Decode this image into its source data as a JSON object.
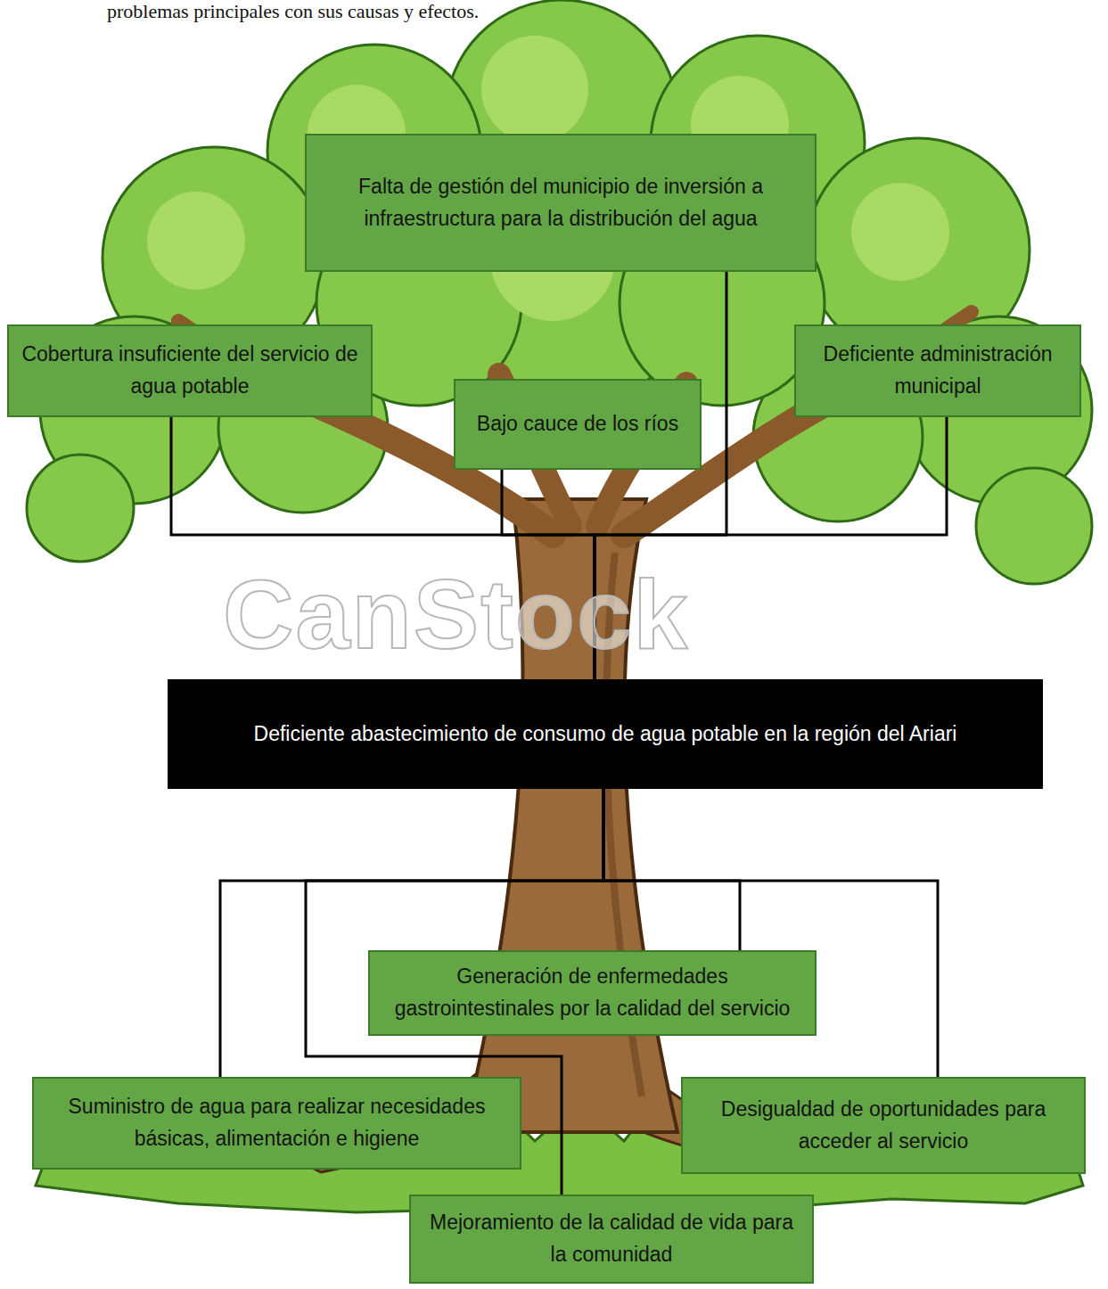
{
  "diagram": {
    "nodes": [
      {
        "text": [
          "Falta de gestión del municipio de inversión a infraestructura para la distribución del agua"
        ]
      },
      {
        "text": [
          "Cobertura insuficiente del servicio de agua potable"
        ]
      },
      {
        "text": [
          "Bajo cauce de los ríos"
        ]
      },
      {
        "text": [
          "Deficiente administración municipal"
        ]
      },
      {
        "text": [
          "Deficiente abastecimiento de consumo de agua potable en la región del Ariari"
        ]
      },
      {
        "text": [
          "Generación de enfermedades gastrointestinales por la calidad del servicio"
        ]
      },
      {
        "text": [
          "Suministro de agua para realizar necesidades básicas, alimentación e higiene"
        ]
      },
      {
        "text": [
          "Desigualdad de oportunidades para acceder al servicio"
        ]
      },
      {
        "text": [
          "Mejoramiento de la calidad de vida para la comunidad"
        ]
      }
    ],
    "edges": [
      {
        "from": 0,
        "to": 4,
        "arrow": "none"
      },
      {
        "from": 1,
        "to": 4,
        "arrow": "none"
      },
      {
        "from": 2,
        "to": 4,
        "arrow": "none"
      },
      {
        "from": 3,
        "to": 4,
        "arrow": "none"
      },
      {
        "from": 4,
        "to": 5,
        "arrow": "none"
      },
      {
        "from": 4,
        "to": 6,
        "arrow": "none"
      },
      {
        "from": 4,
        "to": 7,
        "arrow": "none"
      },
      {
        "from": 4,
        "to": 8,
        "arrow": "none"
      }
    ],
    "labels": [
      "problemas principales con sus causas y efectos.",
      "CanStock"
    ]
  }
}
